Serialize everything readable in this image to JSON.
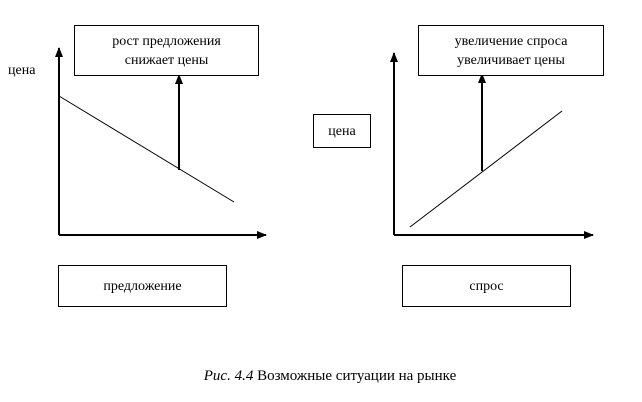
{
  "left_chart": {
    "y_label": "цена",
    "note_line1": "рост предложения",
    "note_line2": "снижает цены",
    "x_label": "предложение"
  },
  "right_chart": {
    "y_label": "цена",
    "note_line1": "увеличение спроса",
    "note_line2": "увеличивает цены",
    "x_label": "спрос"
  },
  "caption": {
    "fig": "Рис. 4.4",
    "text": " Возможные ситуации на рынке"
  }
}
